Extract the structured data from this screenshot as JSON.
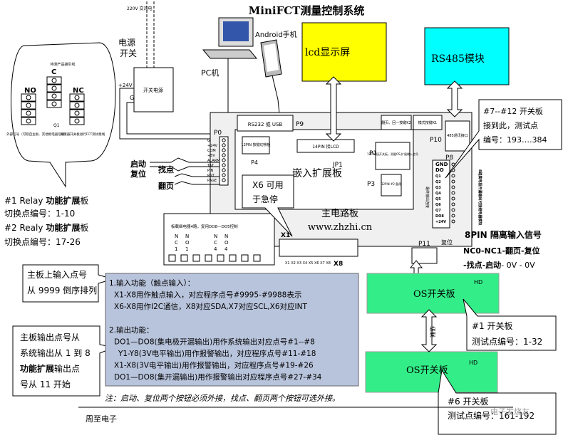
{
  "title": "MiniFCT测量控制系统",
  "labels": {
    "ac220": "220V 交流电",
    "power_switch_1": "电源",
    "power_switch_2": "开关",
    "pc": "PC机",
    "android": "Android手机",
    "lcd": "lcd显示屏",
    "rs485": "RS485模块",
    "dc24": "+24V",
    "g": "G",
    "power_supply": "开关电源",
    "rs232": "RS232 或 USB",
    "p9": "P9",
    "buttons_k2": "翻页、回一按键K2",
    "mode_k1": "模式按键K1",
    "p0": "P0",
    "p0_pins": [
      "G",
      "+24V",
      "COM",
      "+5V",
      "ALARM",
      "TAT",
      "PIN",
      "RST",
      "PAGE"
    ],
    "pin12_switch": "12PIN 按键切换板",
    "pin14_lcd": "14PIN 接LCD",
    "jp1": "JP1",
    "p4": "P4",
    "p1": "P1",
    "pin12_os": "12PIN 接开关板，测量OS,扩展输入信号",
    "pin12_spare": "12PIN #2 备用",
    "p3": "P3",
    "embedded_board": "嵌入扩展板",
    "start": "启动",
    "reset": "复位",
    "find_point": "找点",
    "page_turn": "翻页",
    "p10": "P10",
    "rs485_port": "485通讯接口",
    "p8": "P8",
    "p8_pins": [
      "GND",
      "DO",
      "Q1",
      "Q2",
      "Q3",
      "Q4",
      "Q5",
      "Q6",
      "Q7",
      "DO8",
      "+24V"
    ],
    "p8_vertical": "最终输出连接",
    "side_note": "8路集电极开漏输出可接继电器模块",
    "main_board": "主电路板",
    "website": "www.zhzhi.cn",
    "relay_board": "板载继电器4路，复用DO8—DO5控制",
    "relay_terms": [
      "N",
      "C",
      "N",
      "O",
      "1",
      "N",
      "C",
      "4",
      "N",
      "O",
      "4"
    ],
    "x1": "X1",
    "x8": "X8",
    "x_pins": "X1 X2 X3 X4 X5 X6 X7 X8",
    "p11": "P11",
    "nc": "nc",
    "reset_v": "复位",
    "hd": "HD",
    "os_board": "OS开关板",
    "cascade": "级联",
    "pin8_1": "8PIN",
    "pin8_1b": "隔离输入信号",
    "pin8_2": "NC0-NC1-",
    "pin8_2b": "翻页-复位",
    "pin8_3": "-找点-启动",
    "pin8_3b": "- 0V - 0V",
    "relay_product": "待测产品接引线",
    "c": "C",
    "no": "NO",
    "nc_big": "NC",
    "q1": "Q1",
    "ext_signal": "外部信号（可取自主板、其他继电器信号）",
    "relay_connect": "继继器开关板进行FCT测试接线",
    "note_relay1a": "#1 Relay",
    "note_relay1b": "功能扩展",
    "note_relay1c": "板",
    "note_relay1d": "切换点编号：1-10",
    "note_relay2a": "#2 Realy",
    "note_relay2b": "功能扩展",
    "note_relay2c": "板",
    "note_relay2d": "切换点编号：17-26",
    "note_x6a": "X6 可用",
    "note_x6b": "于急停",
    "note_712a": "#7--#12 开关板",
    "note_712b": "接到此，测试点",
    "note_712c": "编号：193….384",
    "note_input_a": "主板上输入点号",
    "note_input_b": "从 9999 倒序排列",
    "note_out_a": "主板输出点号从",
    "note_out_b": "系统输出从 1 到 8",
    "note_out_c1": "功能扩展",
    "note_out_c2": "输出点",
    "note_out_d": "号从 11 开始",
    "note_sw1a": "#1 开关板",
    "note_sw1b": "测试点编号：1-32",
    "note_sw6a": "#6 开关板",
    "note_sw6b": "测试点编号：161-192",
    "box_lines": [
      "1.输入功能（触点输入）：",
      "X1-X8用作触点输入，对应程序点号#9995-#9988表示",
      "X6-X8用作I2C通信，X8对应SDA,X7对应SCL,X6对应INT",
      "",
      "2.输出功能：",
      "DO1—DO8(集电极开漏输出)用作系统输出对应点号#1--#8",
      "Y1-Y8(3V电平输出)用作报警输出，对应程序点号#11-#18",
      "X1-X8(3V电平输出)用作报警输出，对应程序点号#19-#26",
      "DO1—DO8(集开漏输出)用作报警输出对应程序点号#27-#34"
    ],
    "footnote": "注：启动、复位两个按钮必须外接，找点、翻页两个按钮可选外接。",
    "footer": "周至电子",
    "watermark": "电子发烧友"
  },
  "colors": {
    "lcd": "#ffff00",
    "rs485": "#00ffff",
    "os_board": "#33ee88",
    "info_box": "#b8c4dc",
    "board": "#f0f0f0",
    "line": "#000000"
  }
}
